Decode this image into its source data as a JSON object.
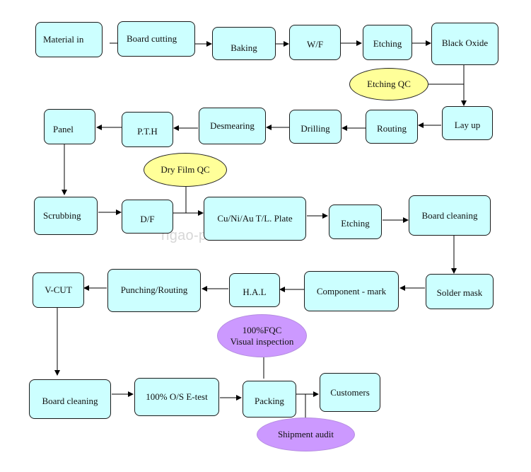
{
  "steps": {
    "material_in": "Material in",
    "board_cutting": "Board cutting",
    "baking": "Baking",
    "wf": "W/F",
    "etching_1": "Etching",
    "black_oxide": "Black Oxide",
    "lay_up": "Lay up",
    "routing": "Routing",
    "drilling": "Drilling",
    "desmearing": "Desmearing",
    "pth": "P.T.H",
    "panel": "Panel",
    "scrubbing": "Scrubbing",
    "df": "D/F",
    "plate": "Cu/Ni/Au T/L. Plate",
    "etching_2": "Etching",
    "board_cleaning_1": "Board cleaning",
    "solder_mask": "Solder mask",
    "component_mark": "Component - mark",
    "hal": "H.A.L",
    "punching_routing": "Punching/Routing",
    "vcut": "V-CUT",
    "board_cleaning_2": "Board cleaning",
    "etest": "100% O/S E-test",
    "packing": "Packing",
    "customers": "Customers"
  },
  "qc": {
    "etching_qc": "Etching QC",
    "dry_film_qc": "Dry Film QC",
    "fqc_line1": "100%FQC",
    "fqc_line2": "Visual inspection",
    "shipment_audit": "Shipment audit"
  },
  "watermark": "rigao-pcba.com",
  "colors": {
    "process_box": "#ccffff",
    "qc_yellow": "#ffff99",
    "qc_purple": "#cc99ff",
    "line": "#000000"
  }
}
